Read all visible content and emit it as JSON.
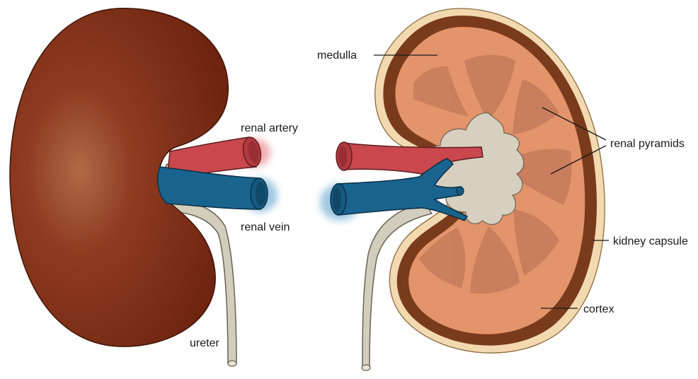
{
  "labels": {
    "renal_artery": "renal artery",
    "renal_vein": "renal vein",
    "ureter": "ureter",
    "medulla": "medulla",
    "renal_pyramids": "renal pyramids",
    "kidney_capsule": "kidney capsule",
    "cortex": "cortex"
  },
  "colors": {
    "kidney_exterior": "#6e2410",
    "capsule": "#f3d9b0",
    "cortex": "#7a3a1c",
    "medulla": "#e3946a",
    "pyramid": "#c77c5c",
    "pelvis": "#d7d0c0",
    "artery": "#c9474d",
    "vein": "#19648f",
    "ureter": "#d3cdbd"
  }
}
